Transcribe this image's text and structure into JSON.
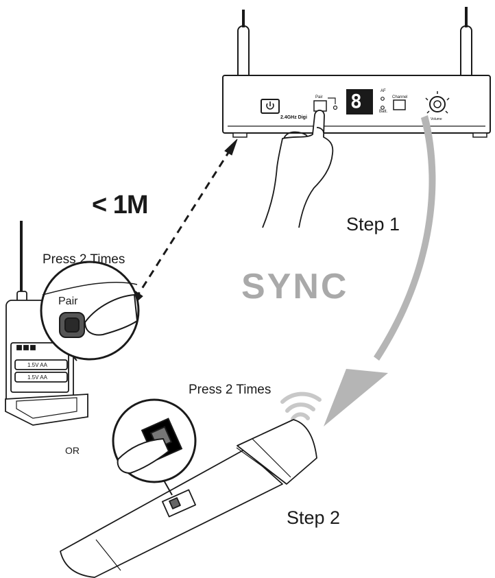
{
  "labels": {
    "distance": "< 1M",
    "step1": "Step 1",
    "step2": "Step 2",
    "sync": "SYNC",
    "press_bodypack": "Press 2 Times",
    "press_mic": "Press 2 Times",
    "pair_bodypack": "Pair",
    "or": "OR"
  },
  "receiver": {
    "pair_label": "Pair",
    "channel_label": "Channel",
    "af_label": "AF",
    "batt_label": "Batt.",
    "volume_label": "Volume",
    "model_label": "2.4GHz Digi",
    "display_digit": "8"
  },
  "bodypack": {
    "battery_1": "1.5V AA",
    "battery_2": "1.5V AA"
  },
  "colors": {
    "line": "#1a1a1a",
    "arrow": "#b5b5b5",
    "sync_text": "#a9a9a9",
    "wifi": "#c8c8c8"
  }
}
